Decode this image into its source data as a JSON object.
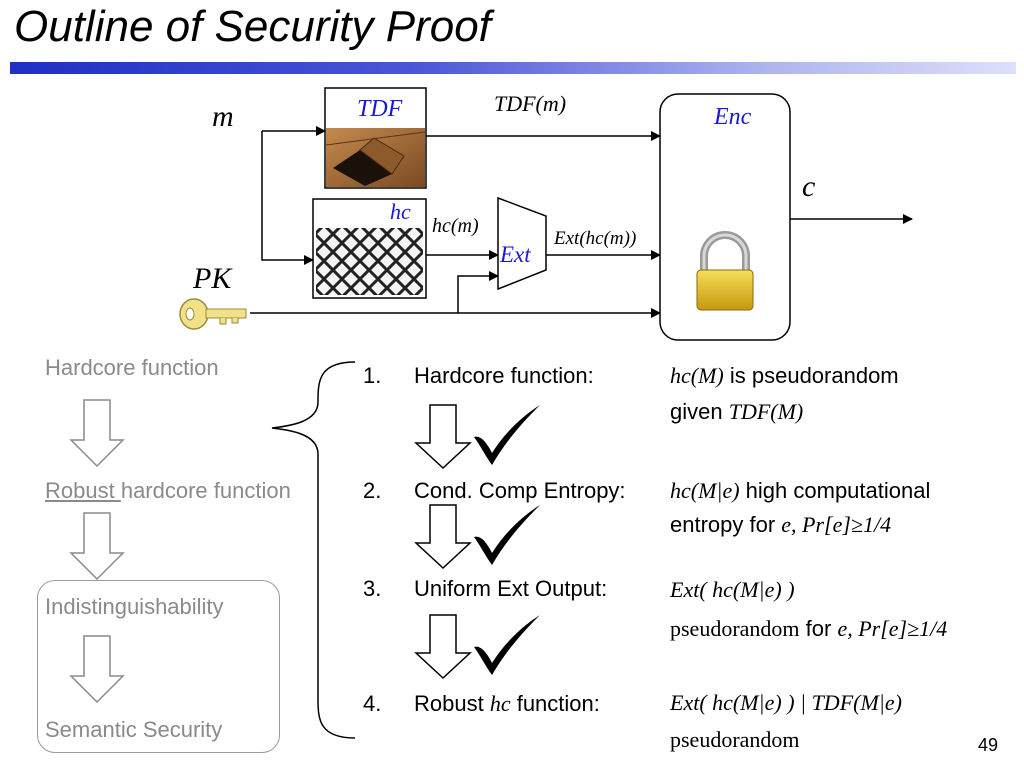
{
  "title": "Outline of Security Proof",
  "page_number": "49",
  "diagram": {
    "m_label": "m",
    "pk_label": "PK",
    "tdf_label": "TDF",
    "tdf_m_label": "TDF(m)",
    "hc_label": "hc",
    "hc_m_label": "hc(m)",
    "ext_label": "Ext",
    "ext_hc_m_label": "Ext(hc(m))",
    "enc_label": "Enc",
    "c_label": "c"
  },
  "left_flow": {
    "step1": "Hardcore function",
    "step2_underlined": "Robust ",
    "step2_rest": "hardcore function",
    "step3": "Indistinguishability",
    "step4": "Semantic Security"
  },
  "steps": [
    {
      "num": "1.",
      "label": "Hardcore function:",
      "desc_line1_math": "hc(M)",
      "desc_line1_text": " is pseudorandom",
      "desc_line2_text": "given ",
      "desc_line2_math": "TDF(M)",
      "checked": true
    },
    {
      "num": "2.",
      "label": "Cond. Comp Entropy:",
      "desc_line1_math": "hc(M|e)",
      "desc_line1_text": " high computational",
      "desc_line2_text": "entropy for ",
      "desc_line2_math": "e, Pr[e]≥1/4",
      "checked": true
    },
    {
      "num": "3.",
      "label": "Uniform Ext Output:",
      "desc_line1_math": "Ext( hc(M|e) )",
      "desc_line2_math": "pseudorandom",
      "desc_line2_text": " for ",
      "desc_line2_math2": "e, Pr[e]≥1/4",
      "checked": true
    },
    {
      "num": "4.",
      "label_prefix": "Robust ",
      "label_math": "hc",
      "label_suffix": " function:",
      "desc_line1_math": "Ext( hc(M|e) ) | TDF(M|e)",
      "desc_line2_math": "pseudorandom",
      "checked": false
    }
  ],
  "colors": {
    "title_bar": "#1f2fc4",
    "label_blue": "#1a1acc",
    "muted_gray": "#8a8a8a",
    "lock_gold": "#e0b820"
  }
}
